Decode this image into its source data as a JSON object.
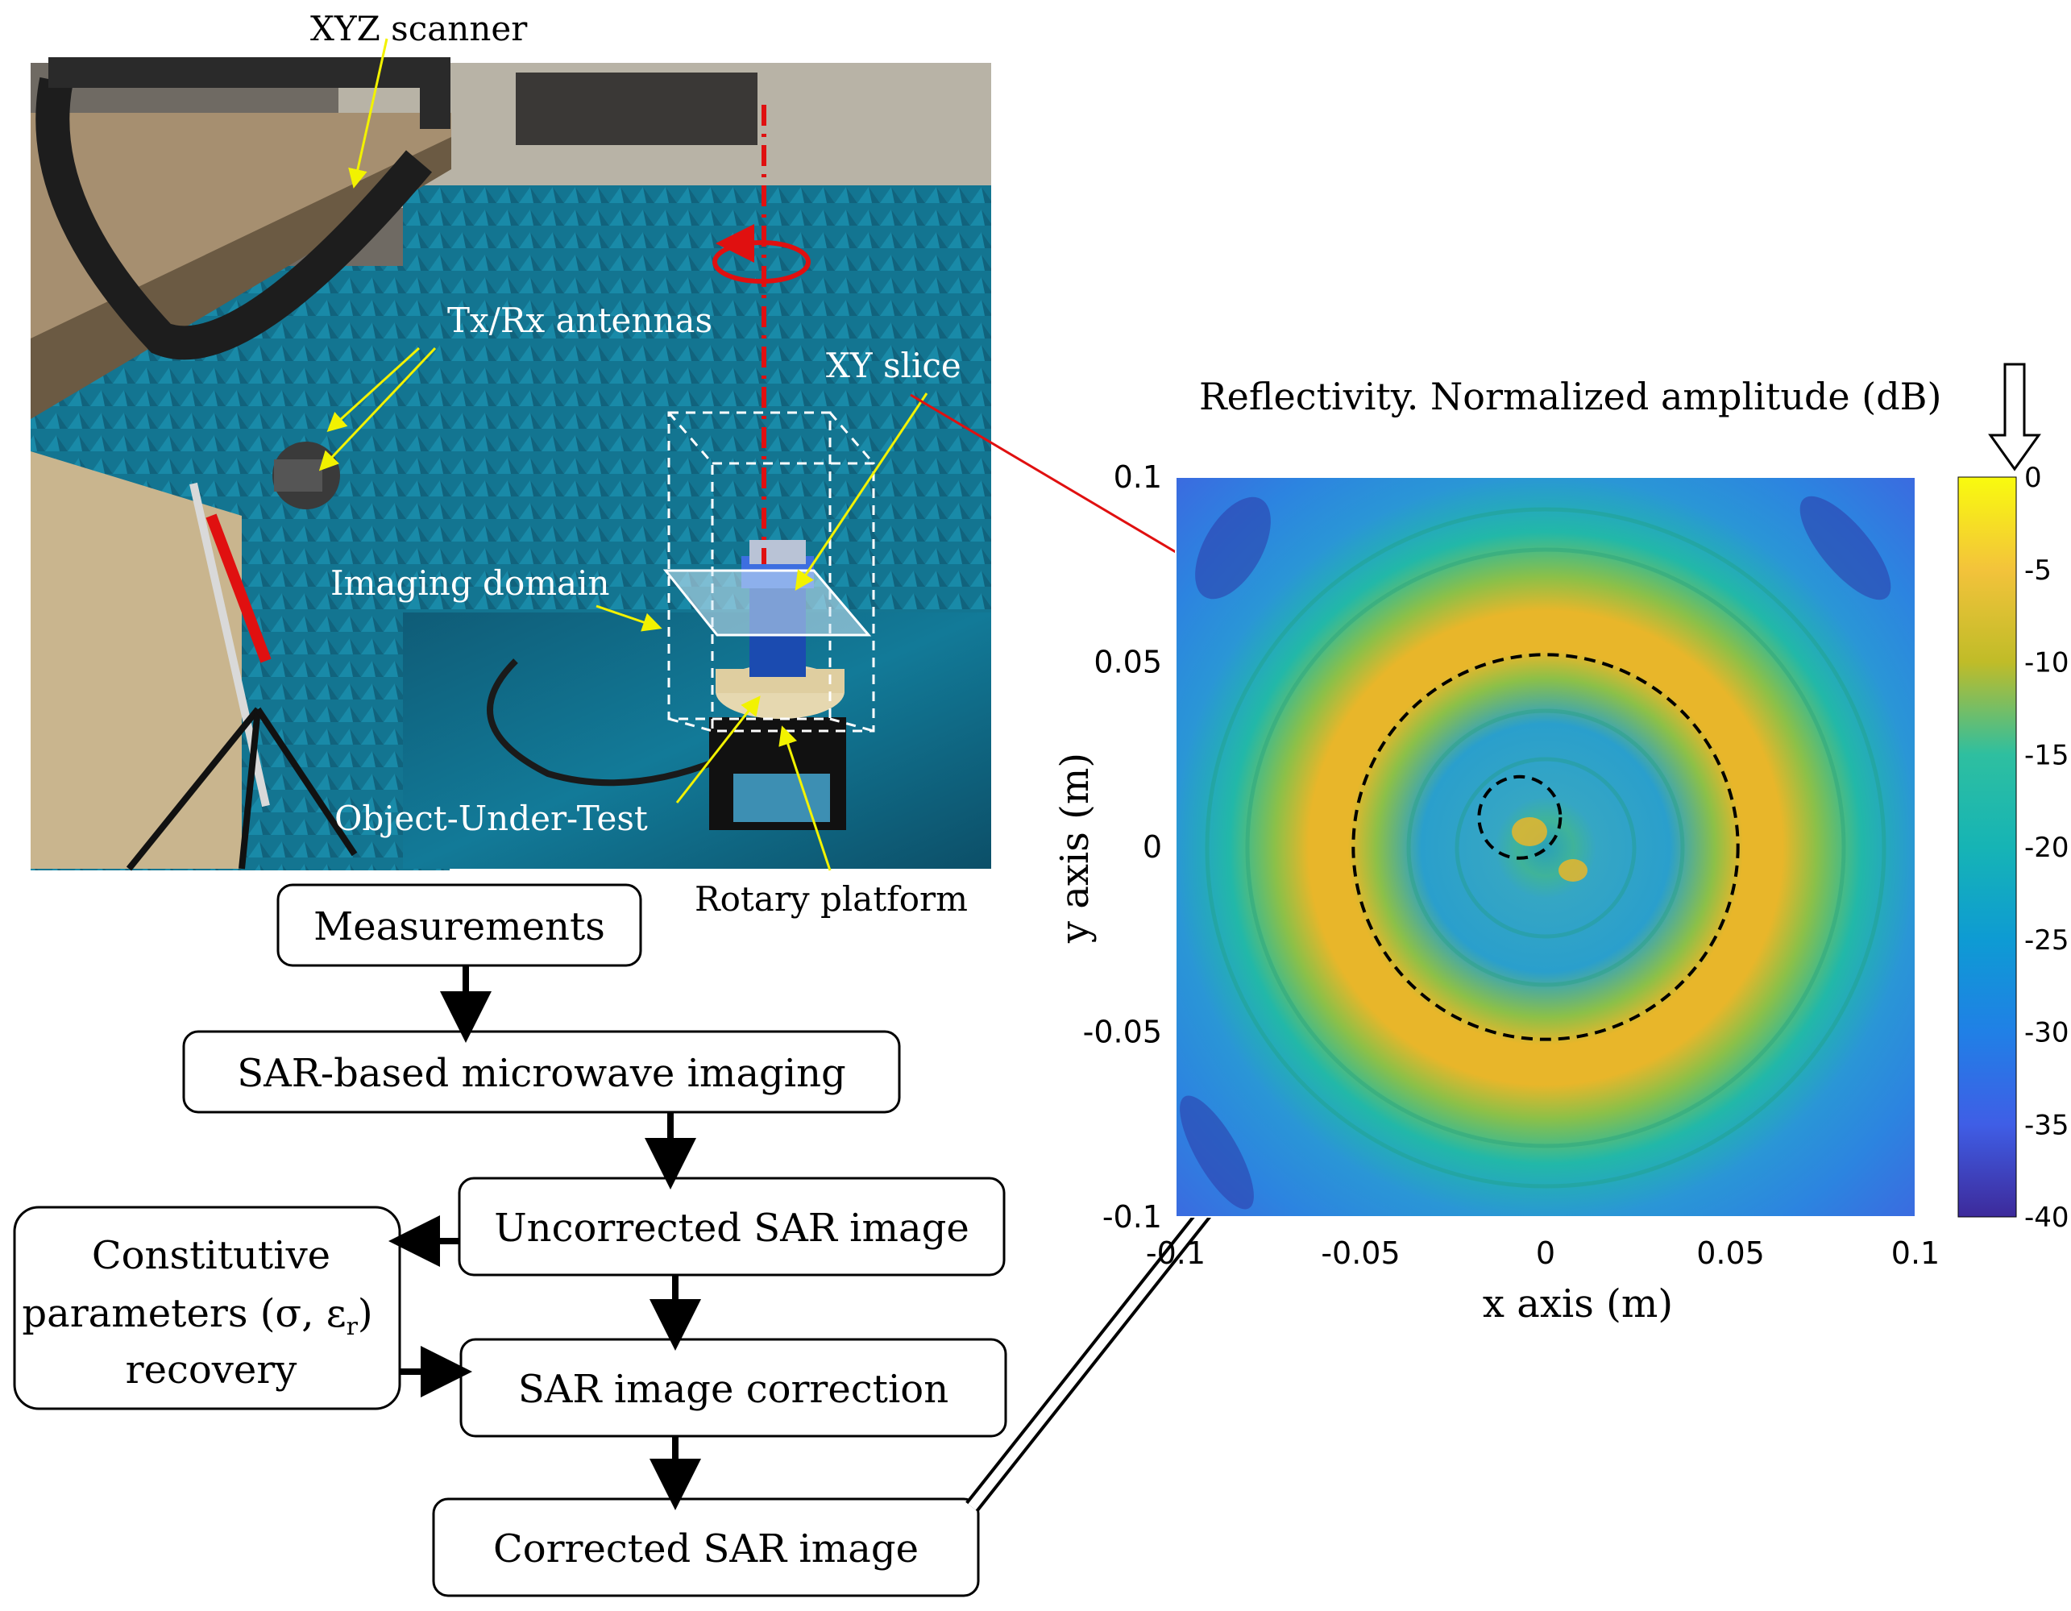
{
  "photo": {
    "labels": {
      "scanner": "XYZ scanner",
      "antennas": "Tx/Rx antennas",
      "slice": "XY slice",
      "domain": "Imaging domain",
      "object": "Object-Under-Test",
      "platform": "Rotary platform"
    }
  },
  "flowchart": {
    "measurements": "Measurements",
    "sar_imaging": "SAR-based microwave imaging",
    "uncorrected": "Uncorrected SAR image",
    "constitutive_line1": "Constitutive",
    "constitutive_line2": "parameters (σ, ε",
    "constitutive_sub": "r",
    "constitutive_line2_end": ")",
    "constitutive_line3": "recovery",
    "correction": "SAR image correction",
    "corrected": "Corrected SAR image"
  },
  "chart_data": {
    "type": "heatmap",
    "title": "Reflectivity. Normalized amplitude (dB)",
    "xlabel": "x axis (m)",
    "ylabel": "y axis (m)",
    "xlim": [
      -0.1,
      0.1
    ],
    "ylim": [
      -0.1,
      0.1
    ],
    "x_ticks": [
      "-0.1",
      "-0.05",
      "0",
      "0.05",
      "0.1"
    ],
    "y_ticks": [
      "0.1",
      "0.05",
      "0",
      "-0.05",
      "-0.1"
    ],
    "colorbar": {
      "range": [
        -40,
        0
      ],
      "ticks": [
        "0",
        "-5",
        "-10",
        "-15",
        "-20",
        "-25",
        "-30",
        "-35",
        "-40"
      ],
      "colormap": "parula"
    },
    "overlays": [
      {
        "shape": "dashed-circle",
        "center": [
          0,
          0
        ],
        "radius": 0.052
      },
      {
        "shape": "dashed-circle",
        "center": [
          -0.007,
          0.008
        ],
        "radius": 0.011
      }
    ]
  }
}
